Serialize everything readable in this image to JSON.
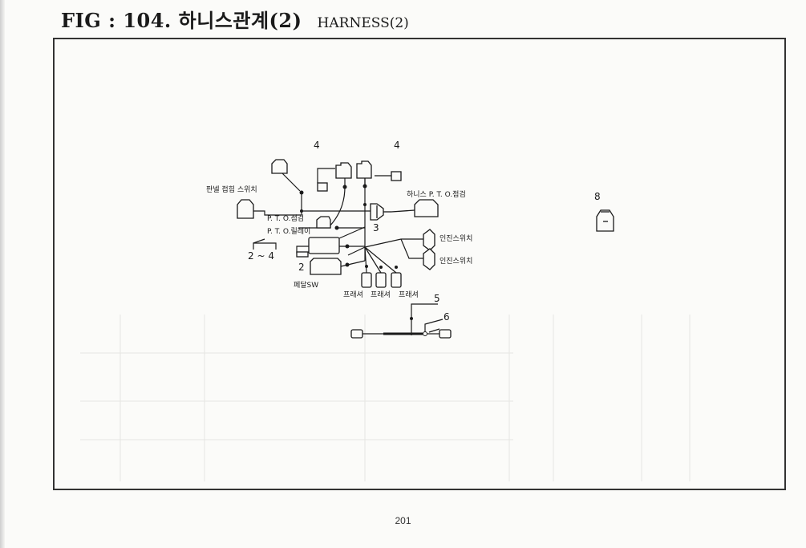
{
  "header": {
    "fig_text": "FIG : 104. 하니스관계(2)",
    "sub_text": "HARNESS(2)"
  },
  "footer": {
    "page_number": "201"
  },
  "diagram": {
    "labels": {
      "panel_switch": "판넬 접힘 스위치",
      "pto_check": "P. T. O.점검",
      "pto_relay": "P. T. O.릴레이",
      "harness_pto_check": "하니스 P. T. O.점검",
      "inching_switch_1": "인진스위치",
      "inching_switch_2": "인진스위치",
      "pedal_sw": "페달SW",
      "pressure_1": "프래셔",
      "pressure_2": "프래셔",
      "pressure_3": "프래셔"
    },
    "callouts": {
      "c4_left": "4",
      "c4_right": "4",
      "c3": "3",
      "c2": "2",
      "c2to4": "2 ~ 4",
      "c5": "5",
      "c6": "6",
      "c8": "8"
    }
  }
}
